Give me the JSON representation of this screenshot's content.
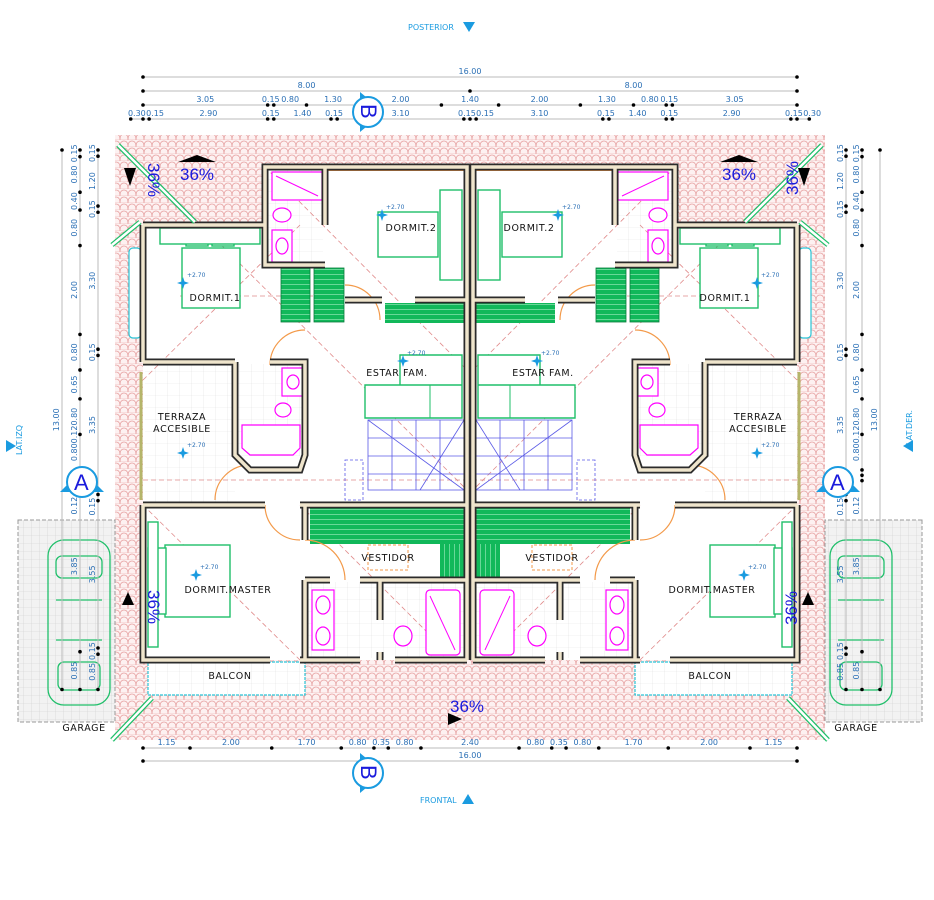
{
  "orientation": {
    "top": "POSTERIOR",
    "bottom": "FRONTAL",
    "left": "LAT.IZQ",
    "right": "LAT.DER."
  },
  "axes": {
    "a": "A",
    "b": "B"
  },
  "roof_slope": "36%",
  "elevation": "+2.70",
  "rooms": {
    "dormit1": "DORMIT.1",
    "dormit2": "DORMIT.2",
    "estar": "ESTAR FAM.",
    "terraza_1": "TERRAZA",
    "terraza_2": "ACCESIBLE",
    "master": "DORMIT.MASTER",
    "vestidor": "VESTIDOR",
    "balcon": "BALCON",
    "garage": "GARAGE"
  },
  "dimensions": {
    "top": [
      [
        "16.00"
      ],
      [
        "8.00",
        "8.00"
      ],
      [
        "3.05",
        "0.15",
        "0.80",
        "1.30",
        "2.00",
        "1.40",
        "2.00",
        "1.30",
        "0.80",
        "0.15",
        "3.05"
      ],
      [
        "0.30",
        "0.15",
        "2.90",
        "0.15",
        "1.40",
        "0.15",
        "3.10",
        "0.15",
        "0.15",
        "3.10",
        "0.15",
        "1.40",
        "0.15",
        "2.90",
        "0.15",
        "0.30"
      ]
    ],
    "bottom": [
      [
        "1.15",
        "2.00",
        "1.70",
        "0.80",
        "0.35",
        "0.80",
        "2.40",
        "0.80",
        "0.35",
        "0.80",
        "1.70",
        "2.00",
        "1.15"
      ],
      [
        "16.00"
      ]
    ],
    "left": [
      [
        "13.00"
      ],
      [
        "0.15",
        "0.80",
        "0.40",
        "0.80",
        "2.00",
        "0.80",
        "0.65",
        "0.80",
        "0.80",
        "0.12",
        "0.12",
        "3.85",
        "0.85"
      ],
      [
        "0.15",
        "1.20",
        "0.15",
        "3.30",
        "0.15",
        "3.35",
        "0.15",
        "3.55",
        "0.15",
        "0.85"
      ]
    ],
    "right": [
      [
        "13.00"
      ],
      [
        "0.15",
        "0.80",
        "0.40",
        "0.80",
        "2.00",
        "0.80",
        "0.65",
        "0.80",
        "0.80",
        "0.12",
        "0.12",
        "3.85",
        "0.85"
      ],
      [
        "0.15",
        "1.20",
        "0.15",
        "3.30",
        "0.15",
        "3.35",
        "0.15",
        "3.55",
        "0.15",
        "0.85"
      ]
    ]
  },
  "colors": {
    "wall": "#2b2b2b",
    "fixture": "#ff00ff",
    "furniture": "#1fbf6a",
    "dimension": "#2a6fb5",
    "axis": "#1a9be0",
    "roof": "#e08a8a"
  }
}
